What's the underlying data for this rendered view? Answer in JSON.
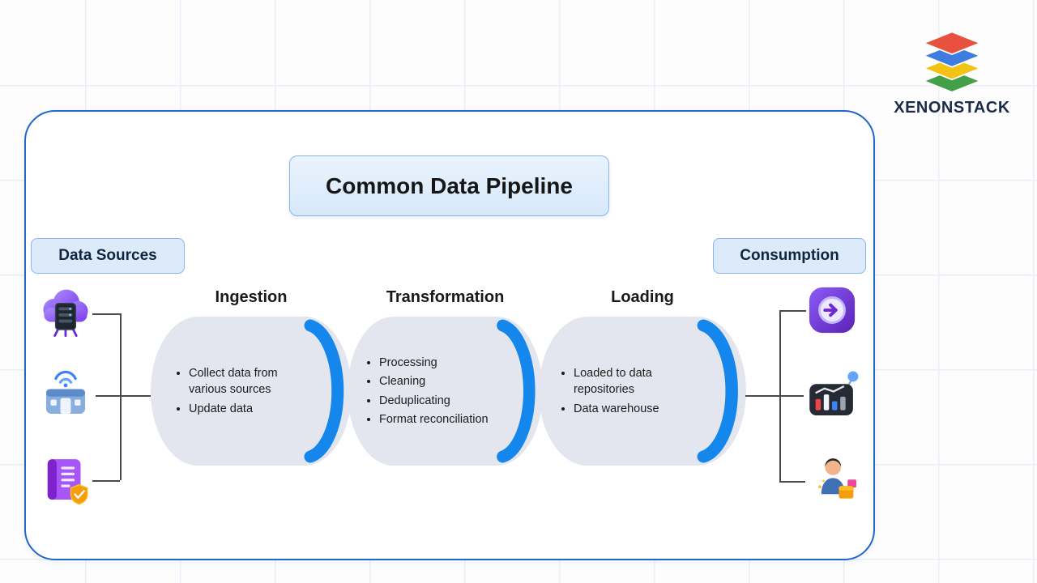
{
  "brand": {
    "name": "XENONSTACK"
  },
  "diagram": {
    "title": "Common Data Pipeline",
    "left_label": "Data Sources",
    "right_label": "Consumption",
    "stages": [
      {
        "name": "Ingestion",
        "bullets": [
          "Collect data from various sources",
          "Update data"
        ]
      },
      {
        "name": "Transformation",
        "bullets": [
          "Processing",
          "Cleaning",
          "Deduplicating",
          "Format reconciliation"
        ]
      },
      {
        "name": "Loading",
        "bullets": [
          "Loaded to data repositories",
          "Data warehouse"
        ]
      }
    ]
  },
  "icons": {
    "sources": [
      "cloud-server-icon",
      "smart-building-icon",
      "ledger-shield-icon"
    ],
    "consumption": [
      "sync-arrow-icon",
      "analytics-dashboard-icon",
      "analyst-icon"
    ],
    "brand_logo": "layer-stack-logo"
  },
  "colors": {
    "card_border": "#2166c9",
    "pipe_fill": "#e4e6ef",
    "pipe_ring": "#1486ec",
    "label_bg": "#ddeafa",
    "label_border": "#86b7e8",
    "title_box_bg": "#d6e8fb"
  }
}
